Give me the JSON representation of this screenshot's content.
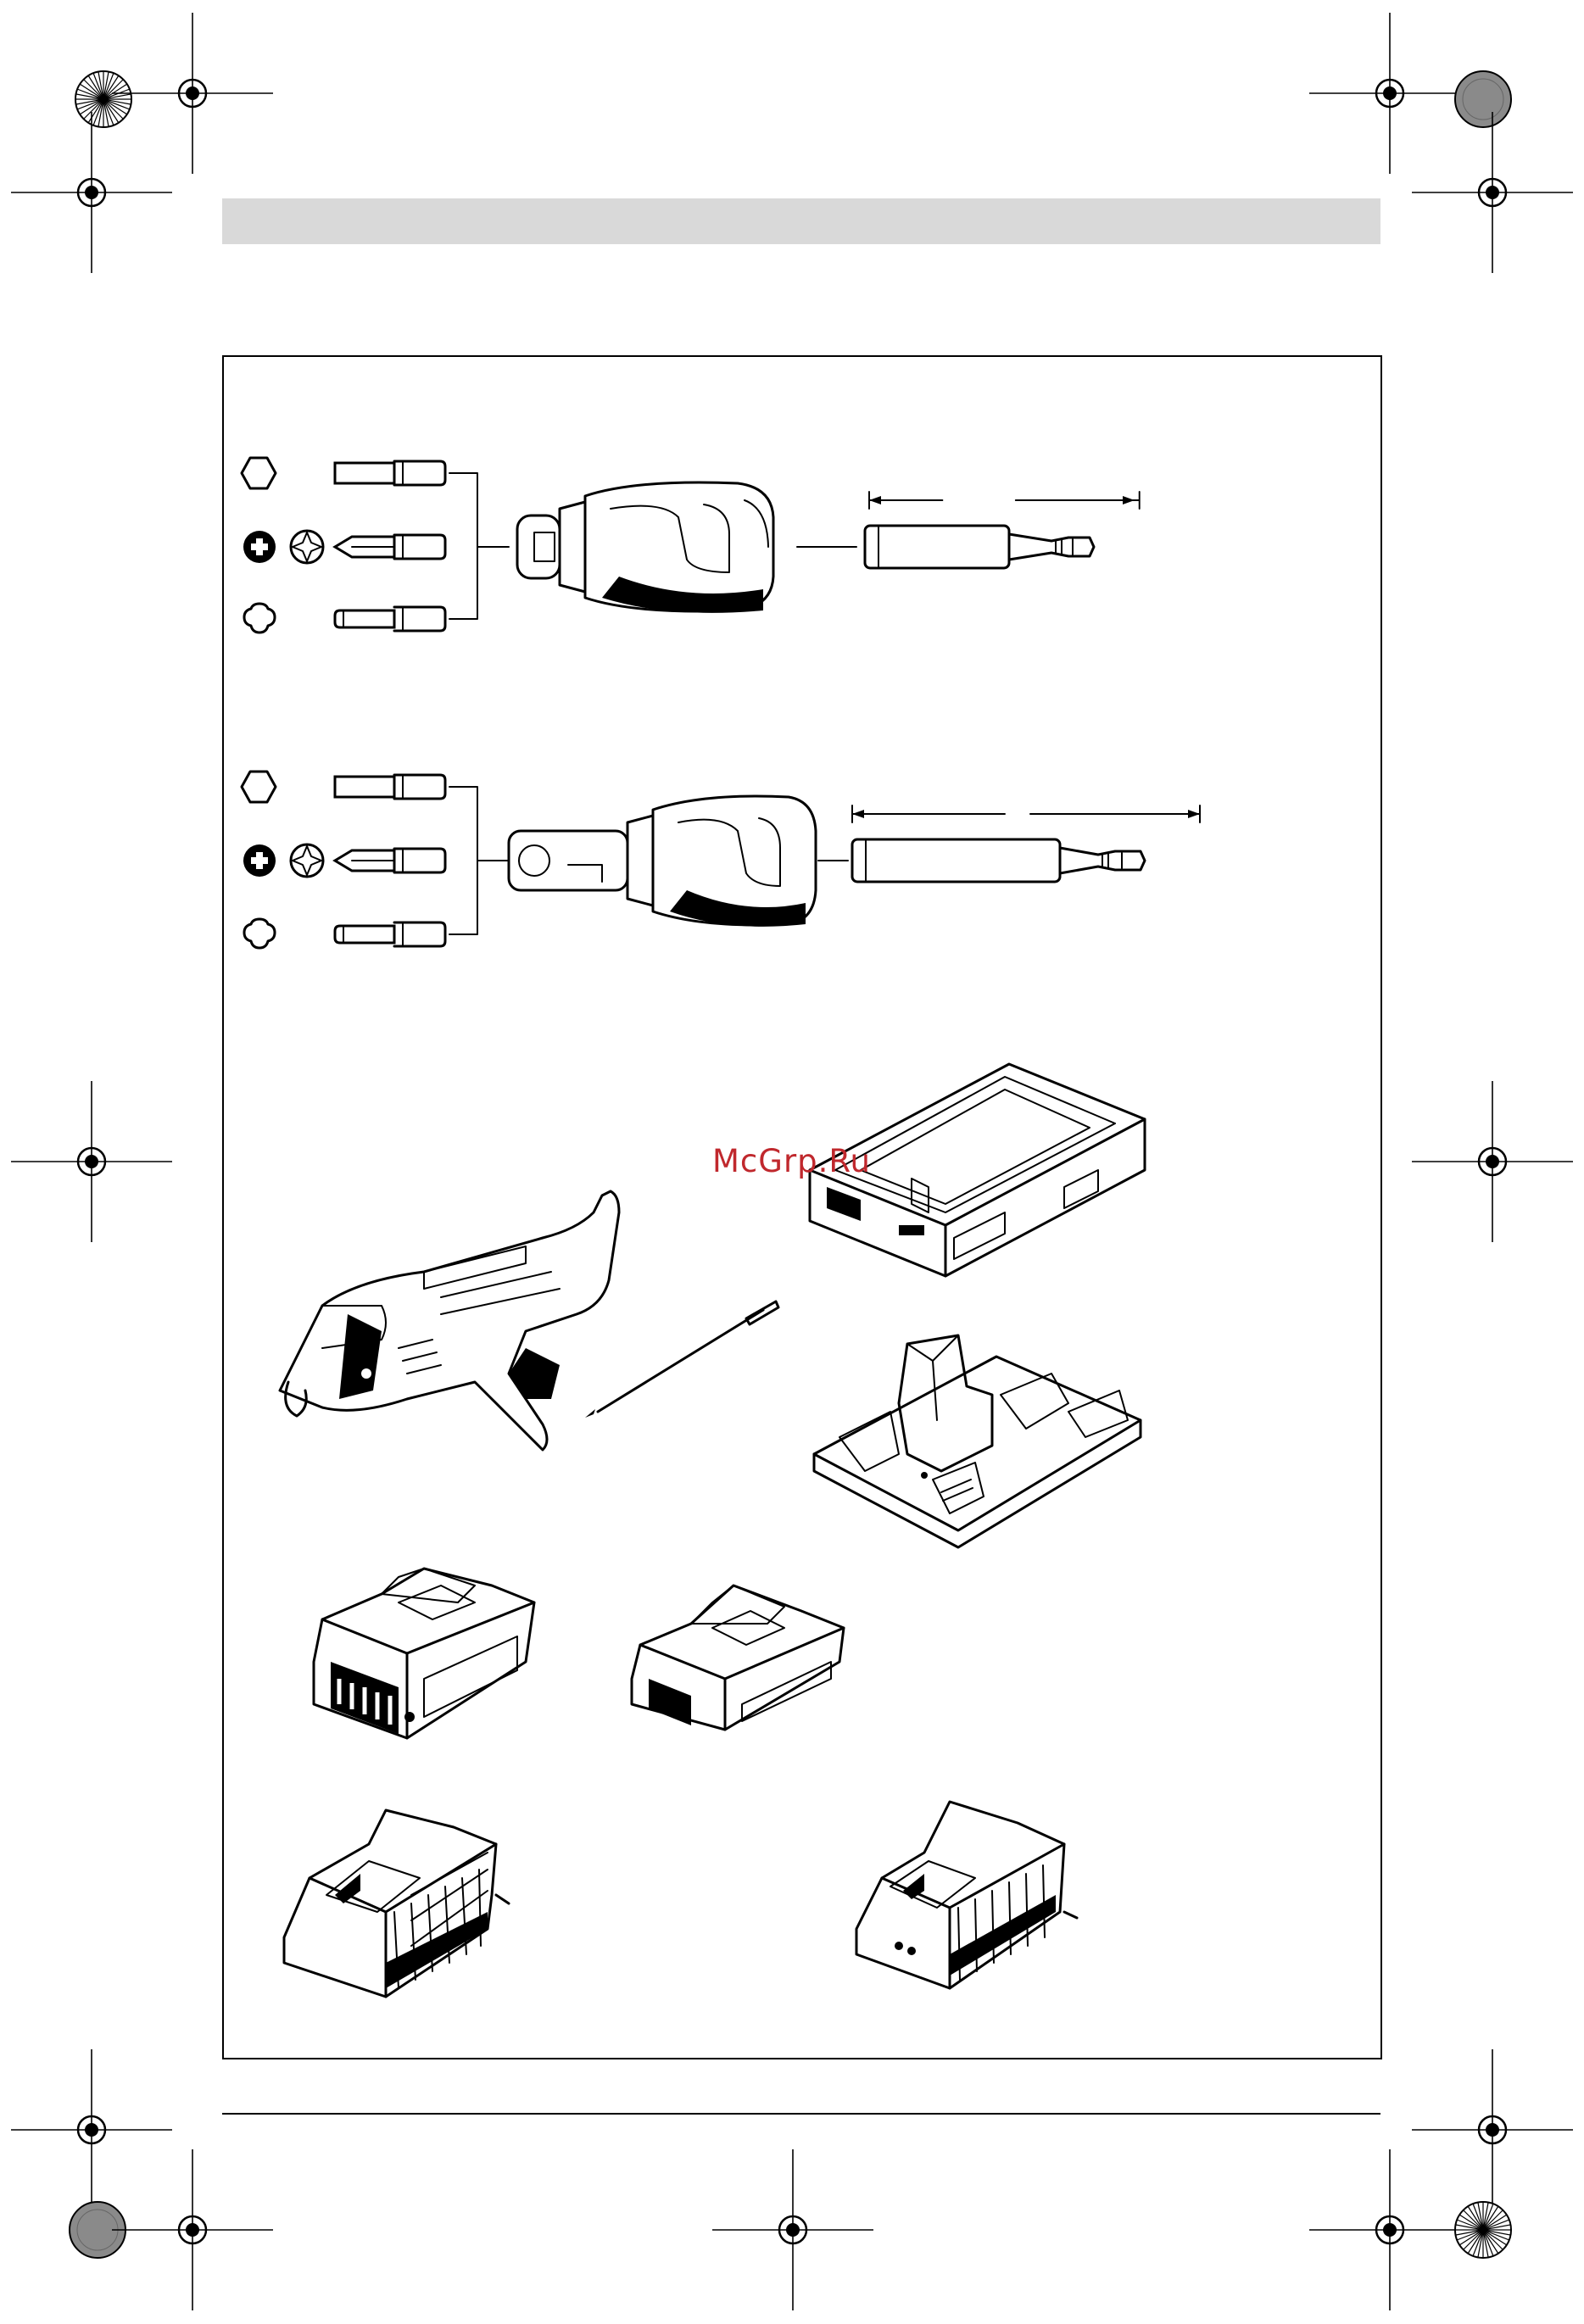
{
  "page": {
    "watermark": "McGrp.Ru"
  },
  "colors": {
    "header_bar": "#d9d9d9",
    "watermark": "#c0282d",
    "ink": "#000000"
  },
  "figure": {
    "bit_profiles": [
      "hex-socket-icon",
      "phillips-pozidriv-icon",
      "torx-icon"
    ],
    "components": [
      "bit-holder-short",
      "bit-holder-long",
      "extension-short",
      "extension-long",
      "drywall-magazine-attachment",
      "long-bit",
      "l-boxx-case",
      "l-boxx-insert",
      "battery-large",
      "battery-compact",
      "charger-large",
      "charger-compact"
    ]
  }
}
